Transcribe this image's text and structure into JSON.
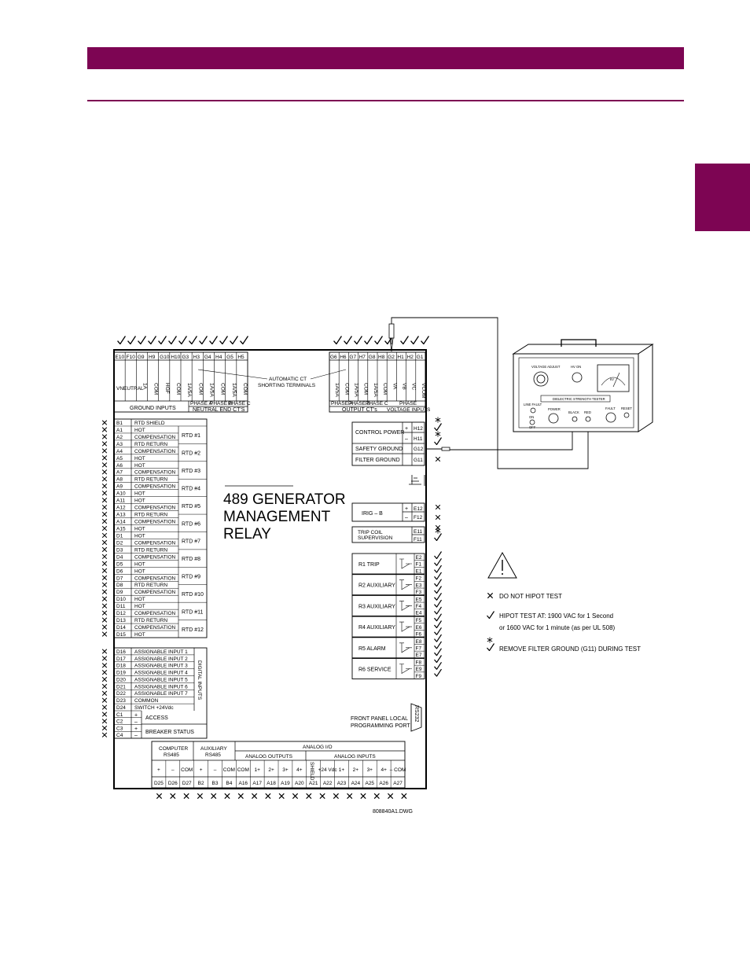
{
  "title": {
    "l1": "489 GENERATOR",
    "l2": "MANAGEMENT",
    "l3": "RELAY"
  },
  "drawing_no": "808840A1.DWG",
  "top_left": {
    "terminals": [
      "E10",
      "F10",
      "G9",
      "H9",
      "G10",
      "H10",
      "G3",
      "H3",
      "G4",
      "H4",
      "G5",
      "H5"
    ],
    "fn": [
      "VNEUTRAL",
      "1A",
      "COM",
      "HGF",
      "COM",
      "1A/5A",
      "COM",
      "1A/5A",
      "COM",
      "1A/5A",
      "COM"
    ],
    "ground_inputs": "GROUND INPUTS",
    "phases": [
      "PHASE A",
      "PHASE B",
      "PHASE C"
    ],
    "neutral_end": "NEUTRAL END CT'S"
  },
  "auto_ct": {
    "l1": "AUTOMATIC CT",
    "l2": "SHORTING TERMINALS"
  },
  "top_right": {
    "terminals": [
      "G6",
      "H6",
      "G7",
      "H7",
      "G8",
      "H8",
      "G2",
      "H1",
      "H2",
      "G1"
    ],
    "fn": [
      "1A/5A",
      "COM",
      "1A/5A",
      "COM",
      "1A/5A",
      "COM",
      "VA",
      "VB",
      "VC",
      "VCOM"
    ],
    "phases": [
      "PHASE A",
      "PHASE B",
      "PHASE C",
      "PHASE"
    ],
    "output_cts": "OUTPUT CT's",
    "voltage_inputs": "VOLTAGE INPUTS"
  },
  "rtd_rows": [
    [
      "B1",
      "RTD  SHIELD"
    ],
    [
      "A1",
      "HOT"
    ],
    [
      "A2",
      "COMPENSATION"
    ],
    [
      "A3",
      "RTD  RETURN"
    ],
    [
      "A4",
      "COMPENSATION"
    ],
    [
      "A5",
      "HOT"
    ],
    [
      "A6",
      "HOT"
    ],
    [
      "A7",
      "COMPENSATION"
    ],
    [
      "A8",
      "RTD  RETURN"
    ],
    [
      "A9",
      "COMPENSATION"
    ],
    [
      "A10",
      "HOT"
    ],
    [
      "A11",
      "HOT"
    ],
    [
      "A12",
      "COMPENSATION"
    ],
    [
      "A13",
      "RTD  RETURN"
    ],
    [
      "A14",
      "COMPENSATION"
    ],
    [
      "A15",
      "HOT"
    ],
    [
      "D1",
      "HOT"
    ],
    [
      "D2",
      "COMPENSATION"
    ],
    [
      "D3",
      "RTD  RETURN"
    ],
    [
      "D4",
      "COMPENSATION"
    ],
    [
      "D5",
      "HOT"
    ],
    [
      "D6",
      "HOT"
    ],
    [
      "D7",
      "COMPENSATION"
    ],
    [
      "D8",
      "RTD  RETURN"
    ],
    [
      "D9",
      "COMPENSATION"
    ],
    [
      "D10",
      "HOT"
    ],
    [
      "D11",
      "HOT"
    ],
    [
      "D12",
      "COMPENSATION"
    ],
    [
      "D13",
      "RTD  RETURN"
    ],
    [
      "D14",
      "COMPENSATION"
    ],
    [
      "D15",
      "HOT"
    ]
  ],
  "rtd_labels": [
    "RTD  #1",
    "RTD  #2",
    "RTD  #3",
    "RTD  #4",
    "RTD  #5",
    "RTD  #6",
    "RTD  #7",
    "RTD  #8",
    "RTD  #9",
    "RTD  #10",
    "RTD  #11",
    "RTD  #12"
  ],
  "dig_rows": [
    [
      "D16",
      "ASSIGNABLE  INPUT  1"
    ],
    [
      "D17",
      "ASSIGNABLE  INPUT  2"
    ],
    [
      "D18",
      "ASSIGNABLE  INPUT  3"
    ],
    [
      "D19",
      "ASSIGNABLE  INPUT  4"
    ],
    [
      "D20",
      "ASSIGNABLE  INPUT  5"
    ],
    [
      "D21",
      "ASSIGNABLE  INPUT  6"
    ],
    [
      "D22",
      "ASSIGNABLE  INPUT  7"
    ],
    [
      "D23",
      "COMMON"
    ],
    [
      "D24",
      "SWITCH  +24Vdc"
    ]
  ],
  "digital_inputs": "DIGITAL INPUTS",
  "access_rows": [
    [
      "C1",
      "+"
    ],
    [
      "C2",
      "–"
    ],
    [
      "C3",
      "+"
    ],
    [
      "C4",
      "–"
    ]
  ],
  "access": "ACCESS",
  "breaker": "BREAKER  STATUS",
  "right_blocks": {
    "control_power": "CONTROL  POWER",
    "safety_ground": "SAFETY  GROUND",
    "filter_ground": "FILTER  GROUND",
    "cp_terms": [
      "H12",
      "H11"
    ],
    "sg_term": "G12",
    "fg_term": "G11",
    "irig": "IRIG  –  B",
    "irig_terms": [
      "E12",
      "F12"
    ],
    "trip1": "TRIP  COIL",
    "trip2": "SUPERVISION",
    "trip_terms": [
      "E11",
      "F11"
    ]
  },
  "relays": [
    {
      "name": "R1  TRIP",
      "t": [
        "E2",
        "F1",
        "E1"
      ]
    },
    {
      "name": "R2  AUXILIARY",
      "t": [
        "F2",
        "E3",
        "F3"
      ]
    },
    {
      "name": "R3  AUXILIARY",
      "t": [
        "E5",
        "F4",
        "E4"
      ]
    },
    {
      "name": "R4  AUXILIARY",
      "t": [
        "F5",
        "E6",
        "F6"
      ]
    },
    {
      "name": "R5  ALARM",
      "t": [
        "E8",
        "F7",
        "E7"
      ]
    },
    {
      "name": "R6  SERVICE",
      "t": [
        "F8",
        "E9",
        "F9"
      ]
    }
  ],
  "front_panel": {
    "l1": "FRONT  PANEL  LOCAL",
    "l2": "PROGRAMMING  PORT",
    "port": "RS232"
  },
  "bottom": {
    "computer": "COMPUTER",
    "aux": "AUXILIARY",
    "rs485": "RS485",
    "analog_io": "ANALOG I/O",
    "analog_outputs": "ANALOG  OUTPUTS",
    "analog_inputs": "ANALOG  INPUTS",
    "fn": [
      "+",
      "–",
      "COM",
      "+",
      "–",
      "COM",
      "COM",
      "1+",
      "2+",
      "3+",
      "4+",
      "SHIELD",
      "+24 Vdc",
      "1+",
      "2+",
      "3+",
      "4+",
      "– COM"
    ],
    "terms": [
      "D25",
      "D26",
      "D27",
      "B2",
      "B3",
      "B4",
      "A16",
      "A17",
      "A18",
      "A19",
      "A20",
      "A21",
      "A22",
      "A23",
      "A24",
      "A25",
      "A26",
      "A27"
    ]
  },
  "tester": {
    "voltage_adjust": "VOLTAGE ADJUST",
    "hv_on": "HV ON",
    "kv": "kV",
    "name": "DIELECTRIC  STRENGTH  TESTER",
    "line_fault": "LINE FAULT",
    "power": "POWER",
    "black": "BLACK",
    "red": "RED",
    "fault": "FAULT",
    "reset": "RESET",
    "on": "ON",
    "off": "OFF"
  },
  "legend": {
    "x": "DO  NOT  HIPOT  TEST",
    "check1": "HIPOT  TEST  AT:  1900  VAC  for  1  Second",
    "check2": "or  1600  VAC  for  1  minute  (as  per  UL  508)",
    "star": "REMOVE  FILTER  GROUND  (G11)  DURING  TEST"
  }
}
